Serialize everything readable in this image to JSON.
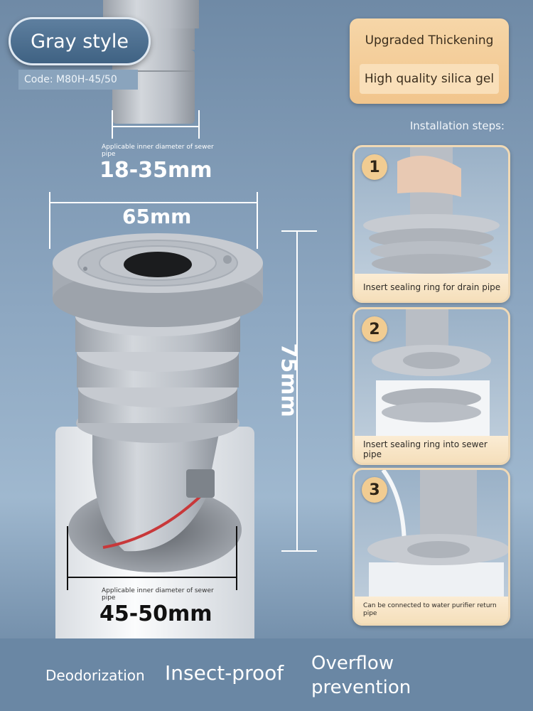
{
  "header": {
    "style_label": "Gray style",
    "code": "Code: M80H-45/50"
  },
  "badges": {
    "line1": "Upgraded Thickening",
    "line2": "High quality silica gel"
  },
  "installation": {
    "title": "Installation steps:",
    "steps": [
      {
        "number": "1",
        "caption": "Insert sealing ring for drain pipe"
      },
      {
        "number": "2",
        "caption": "Insert sealing ring into sewer pipe"
      },
      {
        "number": "3",
        "caption": "Can be connected to water purifier return pipe"
      }
    ]
  },
  "dimensions": {
    "top_caption": "Applicable inner diameter of sewer pipe",
    "top_value": "18-35mm",
    "width_value": "65mm",
    "height_value": "75mm",
    "bottom_caption": "Applicable inner diameter of sewer pipe",
    "bottom_value": "45-50mm"
  },
  "features": {
    "f1": "Deodorization",
    "f2": "Insect-proof",
    "f3": "Overflow prevention"
  },
  "colors": {
    "accent_gold": "#f1c58c",
    "pill_blue": "#3f6283",
    "silicone_gray": "#b3b9c2"
  }
}
